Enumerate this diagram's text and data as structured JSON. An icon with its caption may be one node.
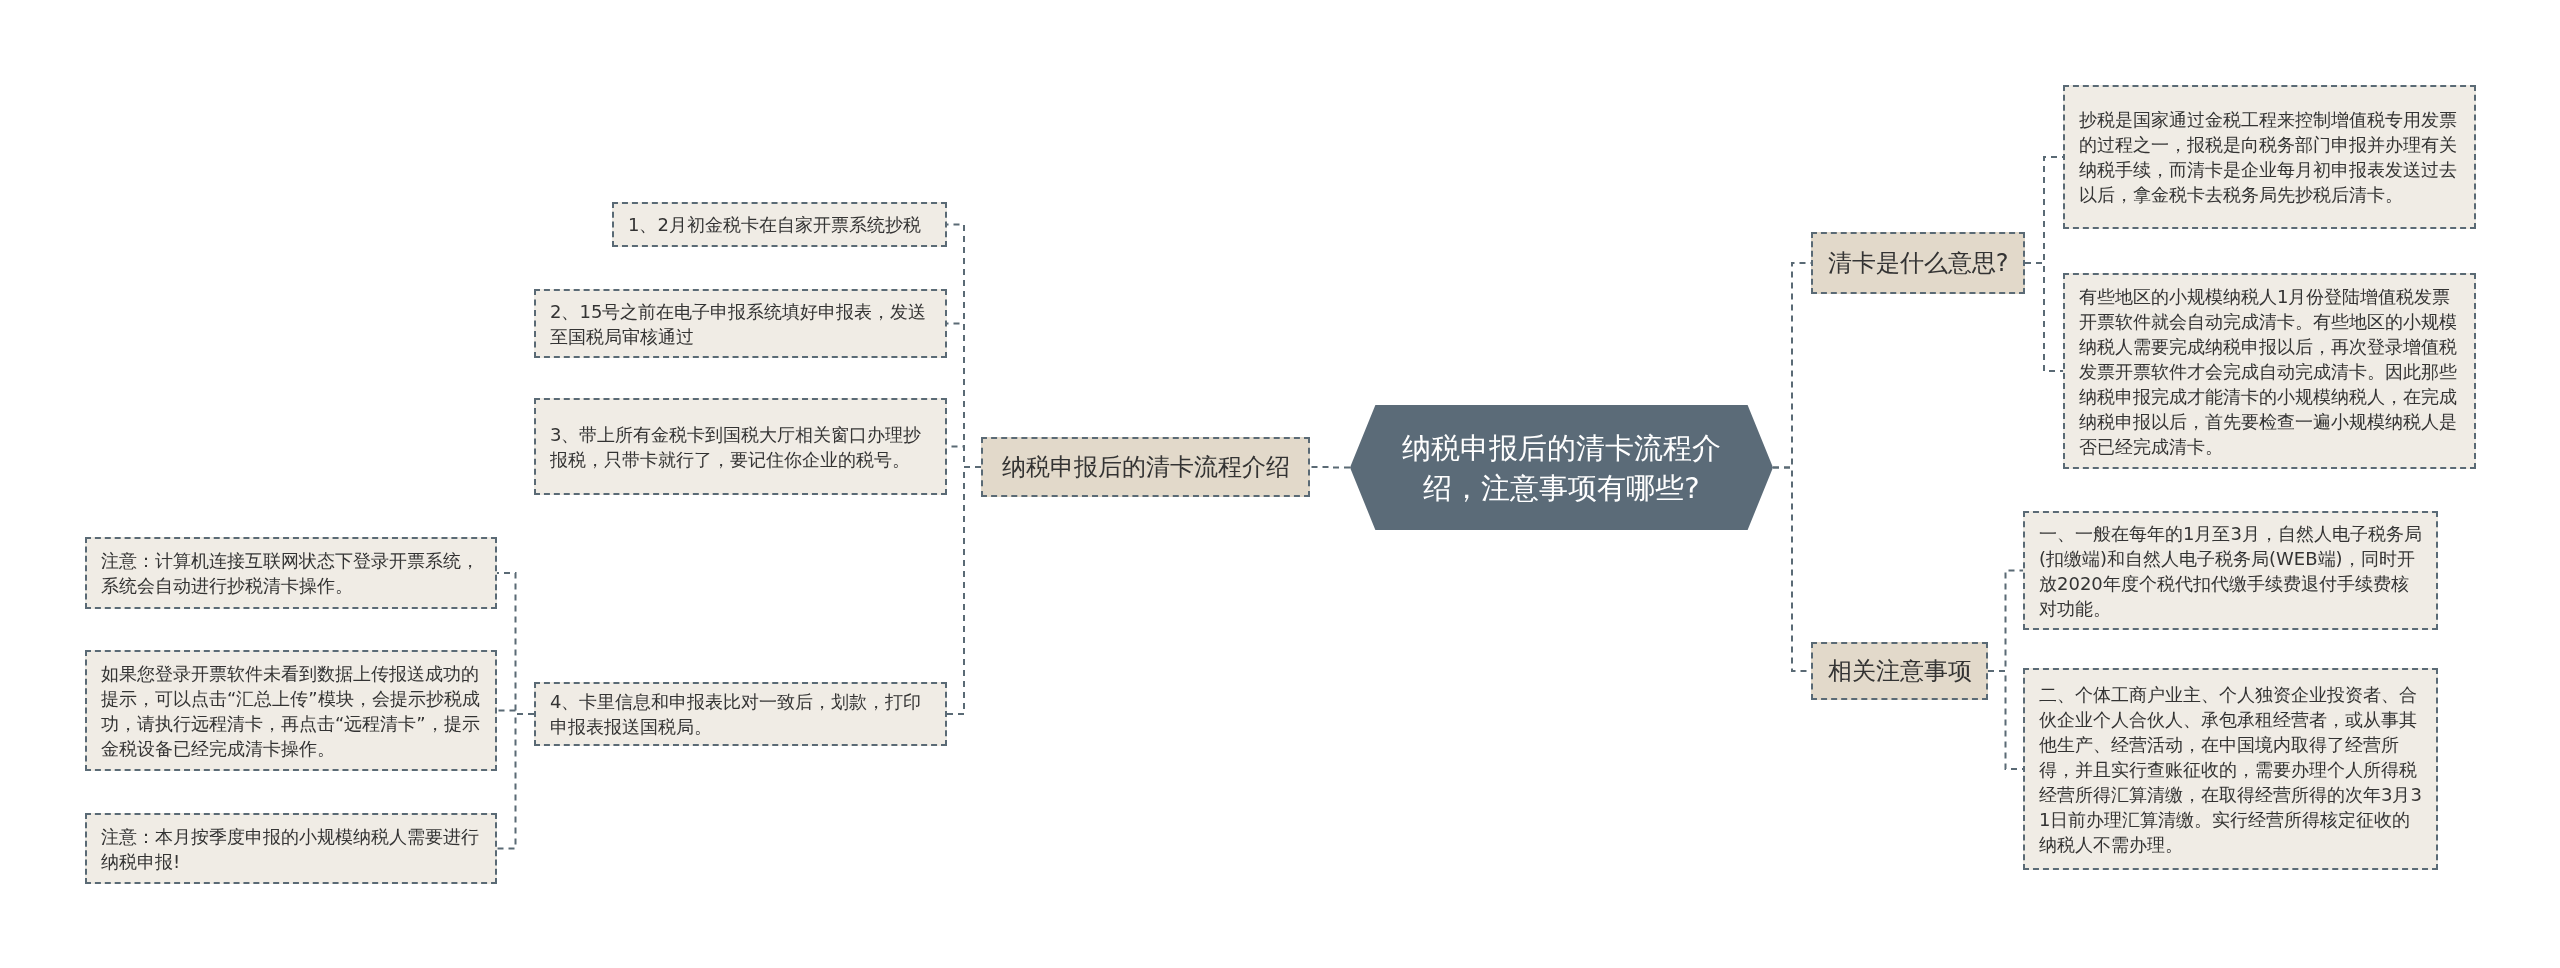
{
  "diagram": {
    "nodes": [
      {
        "text": [
          "纳税申报后的清卡流程介绍，注意事项有哪些?"
        ]
      },
      {
        "text": [
          "纳税申报后的清卡流程介绍"
        ]
      },
      {
        "text": [
          "1、2月初金税卡在自家开票系统抄税"
        ]
      },
      {
        "text": [
          "2、15号之前在电子申报系统填好申报表，发送至国税局审核通过"
        ]
      },
      {
        "text": [
          "3、带上所有金税卡到国税大厅相关窗口办理抄报税，只带卡就行了，要记住你企业的税号。"
        ]
      },
      {
        "text": [
          "4、卡里信息和申报表比对一致后，划款，打印申报表报送国税局。"
        ]
      },
      {
        "text": [
          "注意：计算机连接互联网状态下登录开票系统，系统会自动进行抄税清卡操作。"
        ]
      },
      {
        "text": [
          "如果您登录开票软件未看到数据上传报送成功的提示，可以点击“汇总上传”模块，会提示抄税成功，请执行远程清卡，再点击“远程清卡”，提示金税设备已经完成清卡操作。"
        ]
      },
      {
        "text": [
          "注意：本月按季度申报的小规模纳税人需要进行纳税申报!"
        ]
      },
      {
        "text": [
          "清卡是什么意思?"
        ]
      },
      {
        "text": [
          "抄税是国家通过金税工程来控制增值税专用发票的过程之一，报税是向税务部门申报并办理有关纳税手续，而清卡是企业每月初申报表发送过去以后，拿金税卡去税务局先抄税后清卡。"
        ]
      },
      {
        "text": [
          "有些地区的小规模纳税人1月份登陆增值税发票开票软件就会自动完成清卡。有些地区的小规模纳税人需要完成纳税申报以后，再次登录增值税发票开票软件才会完成自动完成清卡。因此那些纳税申报完成才能清卡的小规模纳税人，在完成纳税申报以后，首先要检查一遍小规模纳税人是否已经完成清卡。"
        ]
      },
      {
        "text": [
          "相关注意事项"
        ]
      },
      {
        "text": [
          "一、一般在每年的1月至3月，自然人电子税务局(扣缴端)和自然人电子税务局(WEB端)，同时开放2020年度个税代扣代缴手续费退付手续费核对功能。"
        ]
      },
      {
        "text": [
          "二、个体工商户业主、个人独资企业投资者、合伙企业个人合伙人、承包承租经营者，或从事其他生产、经营活动，在中国境内取得了经营所得，并且实行查账征收的，需要办理个人所得税经营所得汇算清缴，在取得经营所得的次年3月31日前办理汇算清缴。实行经营所得核定征收的纳税人不需办理。"
        ]
      }
    ],
    "edges": [
      {
        "from": 0,
        "to": 1,
        "arrow": "none"
      },
      {
        "from": 1,
        "to": 2,
        "arrow": "none"
      },
      {
        "from": 1,
        "to": 3,
        "arrow": "none"
      },
      {
        "from": 1,
        "to": 4,
        "arrow": "none"
      },
      {
        "from": 1,
        "to": 5,
        "arrow": "none"
      },
      {
        "from": 5,
        "to": 6,
        "arrow": "none"
      },
      {
        "from": 5,
        "to": 7,
        "arrow": "none"
      },
      {
        "from": 5,
        "to": 8,
        "arrow": "none"
      },
      {
        "from": 0,
        "to": 9,
        "arrow": "none"
      },
      {
        "from": 9,
        "to": 10,
        "arrow": "none"
      },
      {
        "from": 9,
        "to": 11,
        "arrow": "none"
      },
      {
        "from": 0,
        "to": 12,
        "arrow": "none"
      },
      {
        "from": 12,
        "to": 13,
        "arrow": "none"
      },
      {
        "from": 12,
        "to": 14,
        "arrow": "none"
      }
    ]
  }
}
